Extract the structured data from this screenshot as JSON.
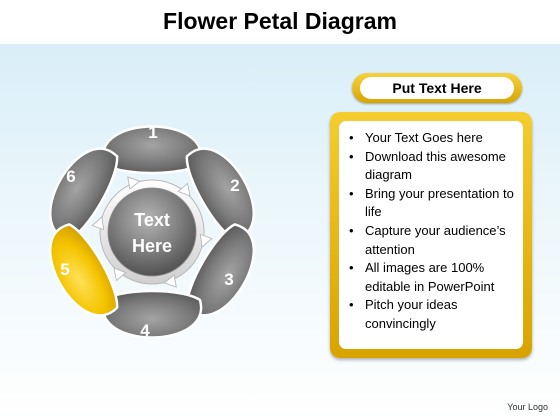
{
  "title": "Flower Petal Diagram",
  "diagram": {
    "center_label_line1": "Text",
    "center_label_line2": "Here",
    "petals": [
      {
        "label": "1",
        "color": "#6e6e6e"
      },
      {
        "label": "2",
        "color": "#6e6e6e"
      },
      {
        "label": "3",
        "color": "#6e6e6e"
      },
      {
        "label": "4",
        "color": "#6e6e6e"
      },
      {
        "label": "5",
        "color": "#f5c400",
        "highlighted": true
      },
      {
        "label": "6",
        "color": "#6e6e6e"
      }
    ]
  },
  "panel": {
    "header": "Put Text Here",
    "bullets": [
      "Your Text Goes here",
      "Download this awesome diagram",
      "Bring your presentation to life",
      "Capture your audience’s attention",
      "All images are 100% editable in PowerPoint",
      "Pitch your ideas convincingly"
    ]
  },
  "footer": {
    "logo_text": "Your Logo"
  },
  "colors": {
    "accent": "#f5c400",
    "petal_gray": "#6e6e6e"
  }
}
